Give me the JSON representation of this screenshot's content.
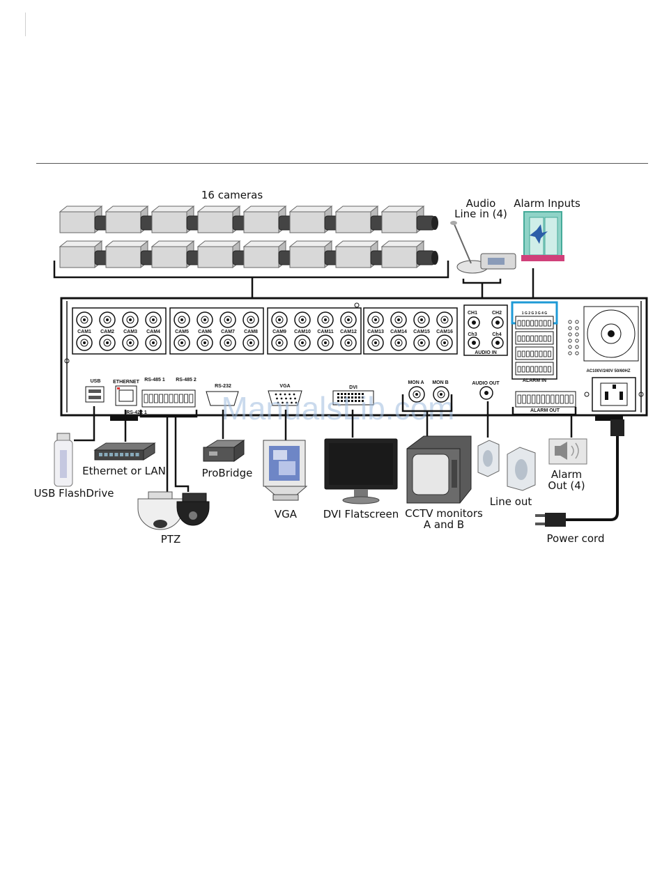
{
  "labels": {
    "cameras": "16 cameras",
    "audio_line_in_1": "Audio",
    "audio_line_in_2": "Line in (4)",
    "alarm_inputs": "Alarm Inputs",
    "usb_flashdrive": "USB FlashDrive",
    "ethernet_lan": "Ethernet or LAN",
    "ptz": "PTZ",
    "probridge": "ProBridge",
    "vga": "VGA",
    "dvi_flatscreen": "DVI Flatscreen",
    "cctv_1": "CCTV monitors",
    "cctv_2": "A and B",
    "line_out": "Line out",
    "alarm_out_1": "Alarm",
    "alarm_out_2": "Out (4)",
    "power_cord": "Power cord"
  },
  "panel": {
    "cams": [
      "CAM1",
      "CAM2",
      "CAM3",
      "CAM4",
      "CAM5",
      "CAM6",
      "CAM7",
      "CAM8",
      "CAM9",
      "CAM10",
      "CAM11",
      "CAM12",
      "CAM13",
      "CAM14",
      "CAM15",
      "CAM16"
    ],
    "audio_channels": [
      "CH1",
      "CH2",
      "Ch3",
      "Ch4"
    ],
    "audio_in": "AUDIO IN",
    "alarm_in": "ALARM IN",
    "alarm_out": "ALARM OUT",
    "alarm_in_pins": "1 G 2 G 3 G 4 G",
    "usb": "USB",
    "ethernet": "ETHERNET",
    "rs485_1": "RS-485 1",
    "rs485_2": "RS-485 2",
    "rs422": "RS-422 1",
    "rs232": "RS-232",
    "vga": "VGA",
    "dvi": "DVI",
    "mon_a": "MON A",
    "mon_b": "MON B",
    "audio_out": "AUDIO OUT",
    "power_rating": "AC100V/240V 50/60HZ"
  },
  "watermark": "ManualsLib.com",
  "colors": {
    "camera_body": "#d8d8d8",
    "camera_lens": "#444444",
    "panel_outline": "#111111",
    "alarm_window_frame": "#8fd3c7",
    "alarm_window_sill": "#d0407a",
    "alarm_in_highlight": "#1e9ad6",
    "watermark": "#9fbddf"
  }
}
